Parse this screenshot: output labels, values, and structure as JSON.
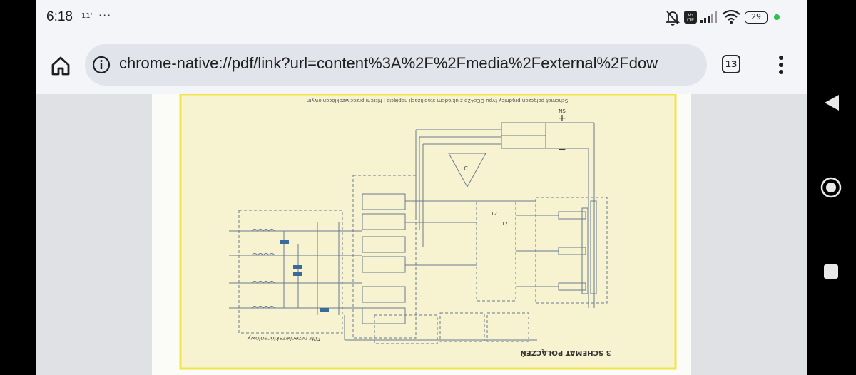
{
  "status_bar": {
    "time": "6:18",
    "notif_text": "11'",
    "more_dots": "···",
    "battery": "29",
    "icons": [
      "mute-icon",
      "volte-icon",
      "signal-icon",
      "wifi-icon",
      "battery-icon",
      "dot-icon"
    ]
  },
  "toolbar": {
    "url": "chrome-native://pdf/link?url=content%3A%2F%2Fmedia%2Fexternal%2Fdow",
    "tab_count": "13",
    "icons": [
      "home-icon",
      "info-icon",
      "menu-icon"
    ]
  },
  "document": {
    "caption_top": "Schemat połączeń prądnicy typu GCe42b z układem stabilizacji napięcia i filtrem przeciwzakłóceniowym",
    "title_bottom": "3  SCHEMAT POŁĄCZEŃ",
    "label_filter": "Filtr przeciwzakłóceniowy",
    "label_c": "C",
    "label_plus": "+",
    "label_minus": "−",
    "label_ns": "NS",
    "label_12": "12",
    "label_17": "17"
  },
  "nav": {
    "icons": [
      "back-icon",
      "home-nav-icon",
      "recents-icon"
    ]
  },
  "colors": {
    "status_bg": "#f3f5f9",
    "url_bg": "#e1e4ea",
    "page_bg": "#fbfbf7",
    "frame_yellow": "#f0e64a",
    "battery_green": "#2ec24a"
  }
}
